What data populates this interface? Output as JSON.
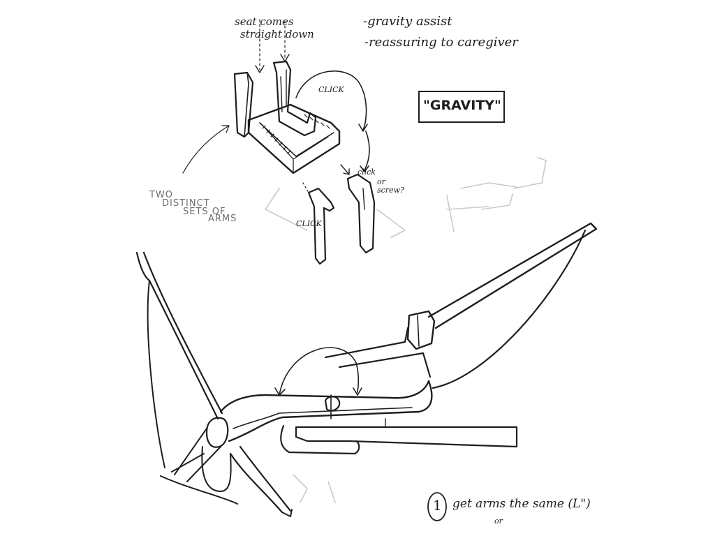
{
  "notes": {
    "seat_comes_line1": "seat comes",
    "seat_comes_line2": "straight down",
    "gravity_assist": "-gravity assist",
    "reassuring": "-reassuring to caregiver",
    "click_top": "CLICK",
    "click_right": "click",
    "or_screw_line1": "or",
    "or_screw_line2": "screw?",
    "click_bottom": "CLICK",
    "gravity_box": "\"GRAVITY\"",
    "two_sets_line1": "TWO",
    "two_sets_line2": "DISTINCT",
    "two_sets_line3": "SETS OF",
    "two_sets_line4": "ARMS",
    "step_number": "1",
    "step_text": "get arms the same (L\")",
    "step_sub": "or"
  }
}
